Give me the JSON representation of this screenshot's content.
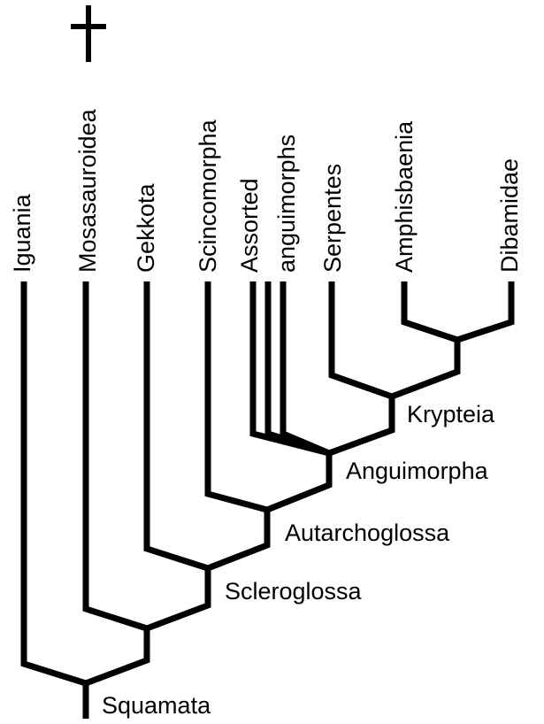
{
  "diagram": {
    "colors": {
      "line": "#000000",
      "background": "#ffffff"
    },
    "taxa": [
      "Iguania",
      "Mosasauroidea",
      "Gekkota",
      "Scincomorpha",
      "Assorted",
      "anguimorphs",
      "Serpentes",
      "Amphisbaenia",
      "Dibamidae"
    ],
    "extinct_marker": "extinct-dagger-icon",
    "clades": {
      "squamata": "Squamata",
      "scleroglossa": "Scleroglossa",
      "autarchoglossa": "Autarchoglossa",
      "anguimorpha": "Anguimorpha",
      "krypteia": "Krypteia"
    }
  }
}
